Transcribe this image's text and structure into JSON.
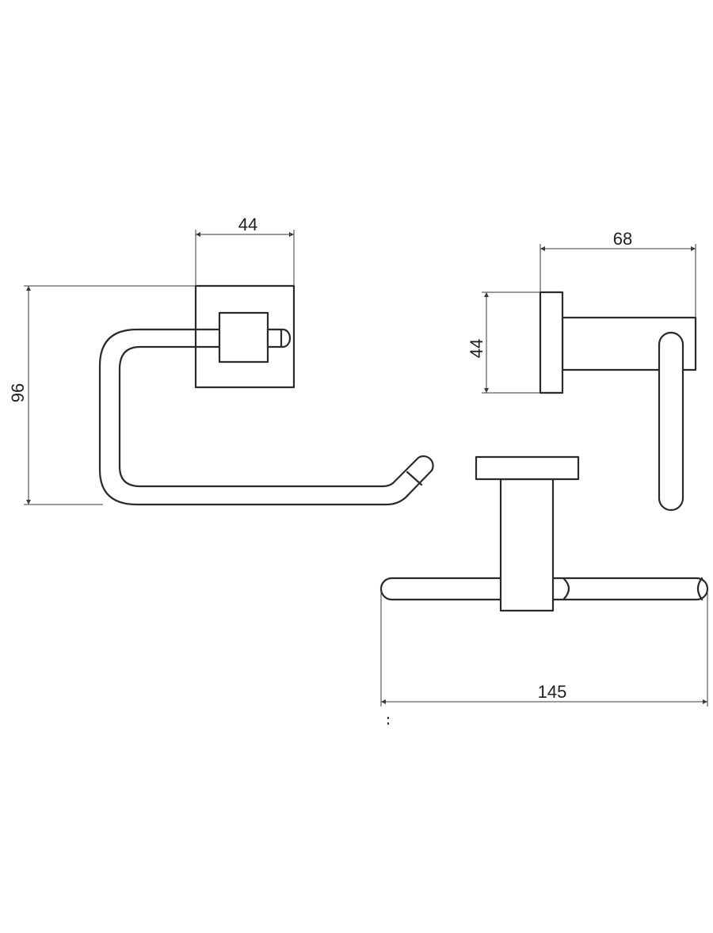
{
  "drawing": {
    "line_color": "#2a2a2a",
    "background": "#ffffff",
    "dimensions": {
      "front_plate_width": "44",
      "front_height": "96",
      "side_depth": "68",
      "side_plate_height": "44",
      "top_length": "145"
    }
  }
}
